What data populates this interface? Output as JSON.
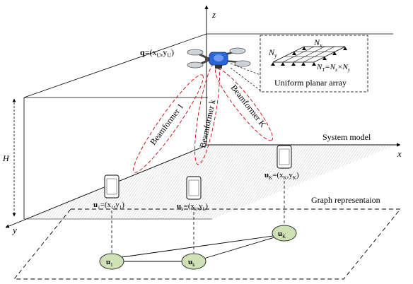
{
  "axes": {
    "z": "z",
    "x": "x",
    "y": "y",
    "h": "H"
  },
  "uav": {
    "position_bold": "q",
    "position_rest": "=(x",
    "position_sub1": "U",
    "position_mid": ",y",
    "position_sub2": "U",
    "position_end": ")"
  },
  "array": {
    "nx": "N",
    "nx_sub": "x",
    "ny": "N",
    "ny_sub": "y",
    "nt_prefix": "N",
    "nt_sub": "T",
    "nt_eq": "=N",
    "nt_sub2": "x",
    "nt_times": "×N",
    "nt_sub3": "y",
    "caption": "Uniform planar array"
  },
  "beams": {
    "b1": "Beamformer 1",
    "bk": "Beamformer k",
    "bK": "Beamformer K"
  },
  "labels": {
    "system_model": "System model",
    "graph": "Graph representaion"
  },
  "users": {
    "u1": {
      "bold": "u",
      "sub": "1",
      "rest": "=(x",
      "s1": "1",
      "mid": ",y",
      "s2": "1",
      "end": ")"
    },
    "uk": {
      "bold": "u",
      "sub": "k",
      "rest": "=(x",
      "s1": "k",
      "mid": ",y",
      "s2": "k",
      "end": ")"
    },
    "uK": {
      "bold": "u",
      "sub": "K",
      "rest": "=(x",
      "s1": "K",
      "mid": ",y",
      "s2": "K",
      "end": ")"
    }
  },
  "nodes": {
    "n1": {
      "bold": "u",
      "sub": "1"
    },
    "nk": {
      "bold": "u",
      "sub": "k"
    },
    "nK": {
      "bold": "u",
      "sub": "K"
    }
  },
  "colors": {
    "node_fill": "#cfe2b6",
    "beam": "#cc0000",
    "drone_body": "#2b66d6"
  }
}
